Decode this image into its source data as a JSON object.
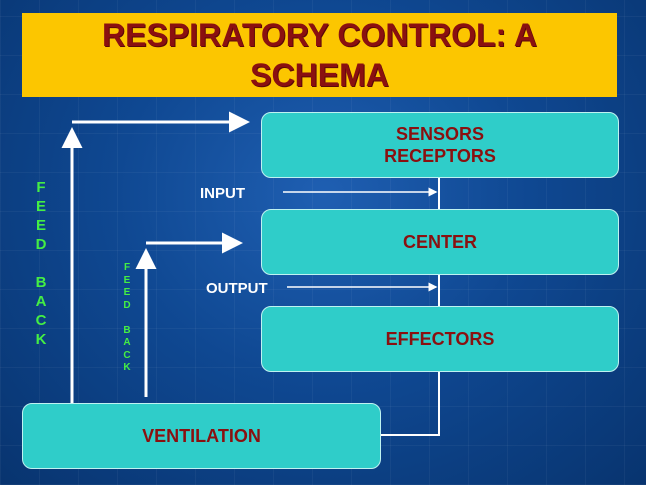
{
  "title": "RESPIRATORY CONTROL: A SCHEMA",
  "boxes": {
    "sensors_line1": "SENSORS",
    "sensors_line2": "RECEPTORS",
    "center": "CENTER",
    "effectors": "EFFECTORS",
    "ventilation": "VENTILATION"
  },
  "labels": {
    "input": "INPUT",
    "output": "OUTPUT"
  },
  "feedback_large": [
    "F",
    "E",
    "E",
    "D",
    "",
    "B",
    "A",
    "C",
    "K"
  ],
  "feedback_small": [
    "F",
    "E",
    "E",
    "D",
    "",
    "B",
    "A",
    "C",
    "K"
  ],
  "colors": {
    "title_bg": "#fcc600",
    "title_text": "#8a1010",
    "box_fill": "#2fcdc9",
    "feedback_text": "#44ee44",
    "background": "#0b3f86"
  }
}
